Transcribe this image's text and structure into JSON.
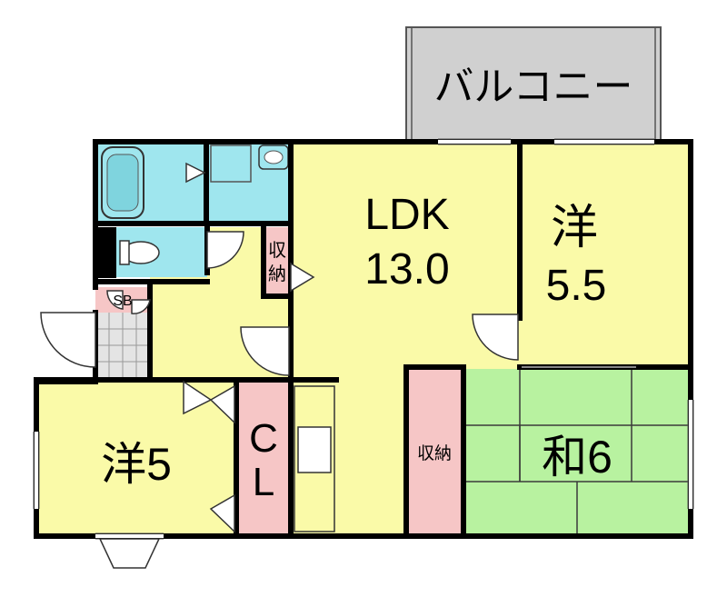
{
  "balcony": {
    "label": "バルコニー"
  },
  "rooms": {
    "ldk": {
      "name": "LDK",
      "size": "13.0"
    },
    "western_ne": {
      "name": "洋",
      "size": "5.5"
    },
    "western_sw": {
      "label": "洋5"
    },
    "japanese": {
      "label": "和6"
    },
    "closet": {
      "c": "C",
      "l": "L"
    },
    "storage_hall": {
      "top": "収",
      "bottom": "納"
    },
    "storage_japanese": {
      "label": "収納"
    },
    "shoe_box": {
      "label": "SB"
    }
  },
  "colors": {
    "room": "#fafaa8",
    "wet": "#9fe6ee",
    "tatami": "#b8f2a0",
    "storage": "#f6c6c6",
    "balcony": "#d0d0d0",
    "wall": "#000000",
    "floor_tile": "#e4e4e4"
  }
}
